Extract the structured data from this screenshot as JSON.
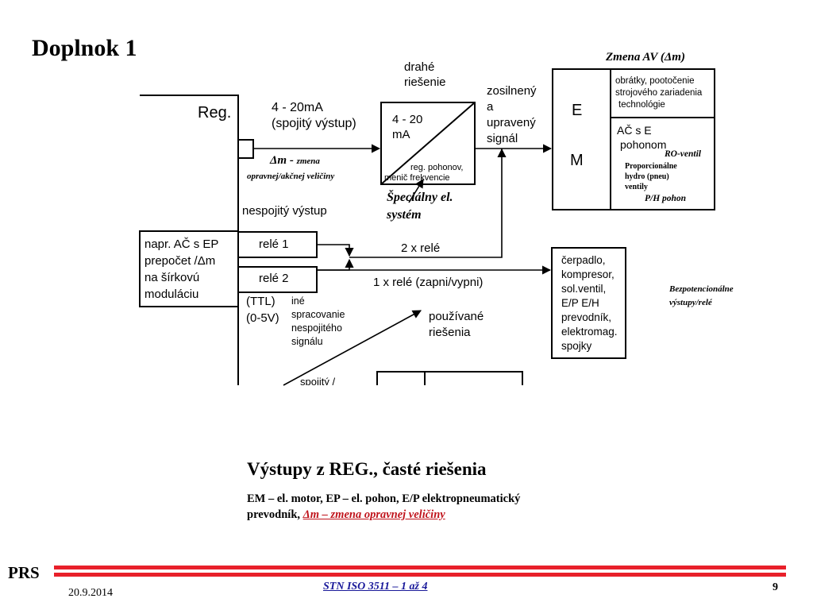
{
  "slide": {
    "title": "Doplnok 1",
    "subtitle": "Výstupy z REG., časté riešenia",
    "caption_line1": "EM – el. motor, EP – el. pohon, E/P elektropneumatický",
    "caption_line2_prefix": "prevodník, ",
    "caption_line2_link": "Δm – zmena opravnej veličiny"
  },
  "diagram": {
    "reg_label": "Reg.",
    "analog_out_1": "4 - 20mA",
    "analog_out_2": "(spojitý výstup)",
    "dm_symbol": "Δm - ",
    "dm_small": "zmena",
    "dm_line2": "opravnej/akčnej veličiny",
    "alt_1": "drahé",
    "alt_2": "riešenie",
    "conv_1": "4 - 20",
    "conv_2": "mA",
    "conv_3": "reg. pohonov,",
    "conv_4": "menič frekvencie",
    "special_1": "Špeciálny el.",
    "special_2": "systém",
    "amp_1": "zosilnený",
    "amp_2": "a",
    "amp_3": "upravený",
    "amp_4": "signál",
    "em_e": "E",
    "em_m": "M",
    "em_top_1": "obrátky, pootočenie",
    "em_top_2": "strojového zariadenia",
    "em_top_3": "technológie",
    "em_bot_1": "AČ s E",
    "em_bot_2": "pohonom",
    "change_av": "Zmena AV (Δm)",
    "ro_ventil": "RO-ventil",
    "prop_1": "Proporcionálne",
    "prop_2": "hydro (pneu)",
    "prop_3": "ventily",
    "ph_pohon": "P/H pohon",
    "nonlinear_out": "nespojitý výstup",
    "ac_1": "napr. AČ s EP",
    "ac_2": "prepočet /Δm",
    "ac_3": "na šírkovú",
    "ac_4": "moduláciu",
    "rele1": "relé 1",
    "rele2": "relé 2",
    "two_rele": "2 x relé",
    "one_rele": "1 x relé (zapni/vypni)",
    "ttl_1": "(TTL)",
    "ttl_2": "(0-5V)",
    "other_1": "iné",
    "other_2": "spracovanie",
    "other_3": "nespojitého",
    "other_4": "signálu",
    "used_1": "používané",
    "used_2": "riešenia",
    "pump_1": "čerpadlo,",
    "pump_2": "kompresor,",
    "pump_3": "sol.ventil,",
    "pump_4": "E/P E/H",
    "pump_5": "prevodník,",
    "pump_6": "elektromag.",
    "pump_7": "spojky",
    "bezpot_1": "Bezpotencionálne",
    "bezpot_2": "výstupy/relé",
    "spojity_cut": "spojitý /"
  },
  "footer": {
    "brand": "PRS",
    "date": "20.9.2014",
    "standard": "STN ISO 3511 – 1 až 4",
    "page": "9"
  },
  "colors": {
    "footer_red": "#e8202a",
    "link_red": "#c0141c",
    "standard_blue": "#1a1a9a"
  }
}
